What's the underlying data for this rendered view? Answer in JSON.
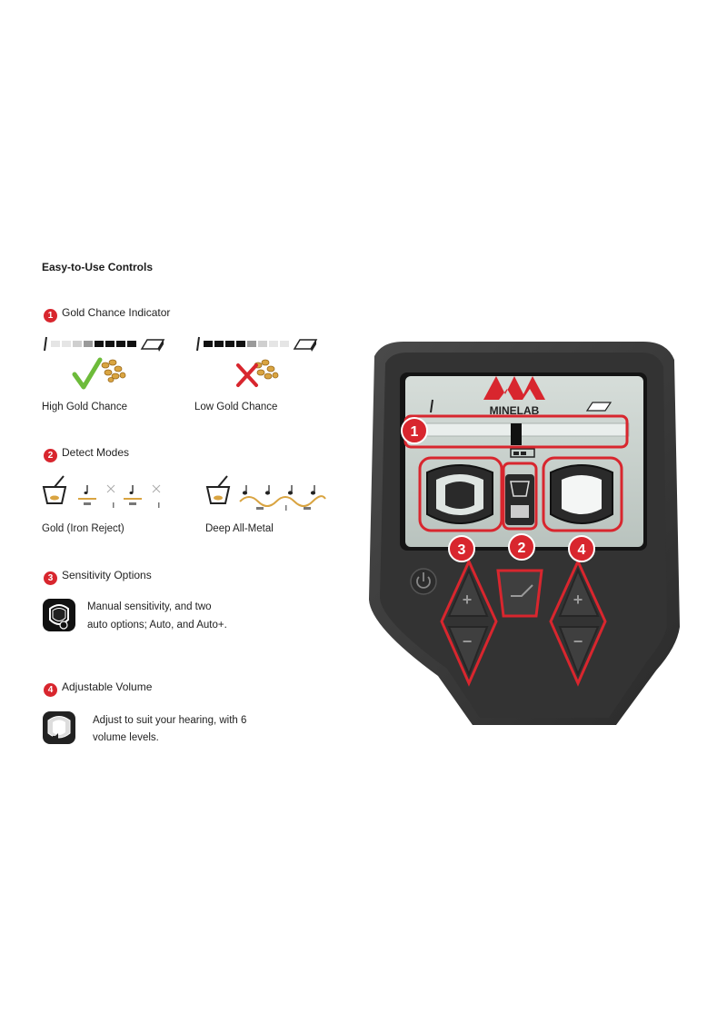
{
  "title": "Easy-to-Use Controls",
  "sections": [
    {
      "number": "1",
      "title": "Gold Chance Indicator",
      "items": [
        {
          "caption": "High Gold Chance"
        },
        {
          "caption": "Low Gold Chance"
        }
      ]
    },
    {
      "number": "2",
      "title": "Detect Modes",
      "items": [
        {
          "caption": "Gold (Iron Reject)"
        },
        {
          "caption": "Deep All-Metal"
        }
      ]
    },
    {
      "number": "3",
      "title": "Sensitivity Options",
      "description_line1": "Manual sensitivity, and two",
      "description_line2": "auto options; Auto, and Auto+."
    },
    {
      "number": "4",
      "title": "Adjustable Volume",
      "description_line1": "Adjust to suit your hearing, with 6",
      "description_line2": "volume levels."
    }
  ],
  "device": {
    "brand": "MINELAB",
    "callouts": [
      "1",
      "2",
      "3",
      "4"
    ],
    "buttons": {
      "plus": "+",
      "minus": "−"
    }
  },
  "colors": {
    "accent": "#d8262e",
    "gold": "#d9a441",
    "check": "#6dbb3a",
    "body": "#3a3a3a",
    "screen": "#c9d3cf"
  },
  "icons": [
    "check-icon",
    "cross-icon",
    "gold-nuggets-icon",
    "pan-icon",
    "music-note-icon",
    "power-icon",
    "gold-bar-icon"
  ]
}
